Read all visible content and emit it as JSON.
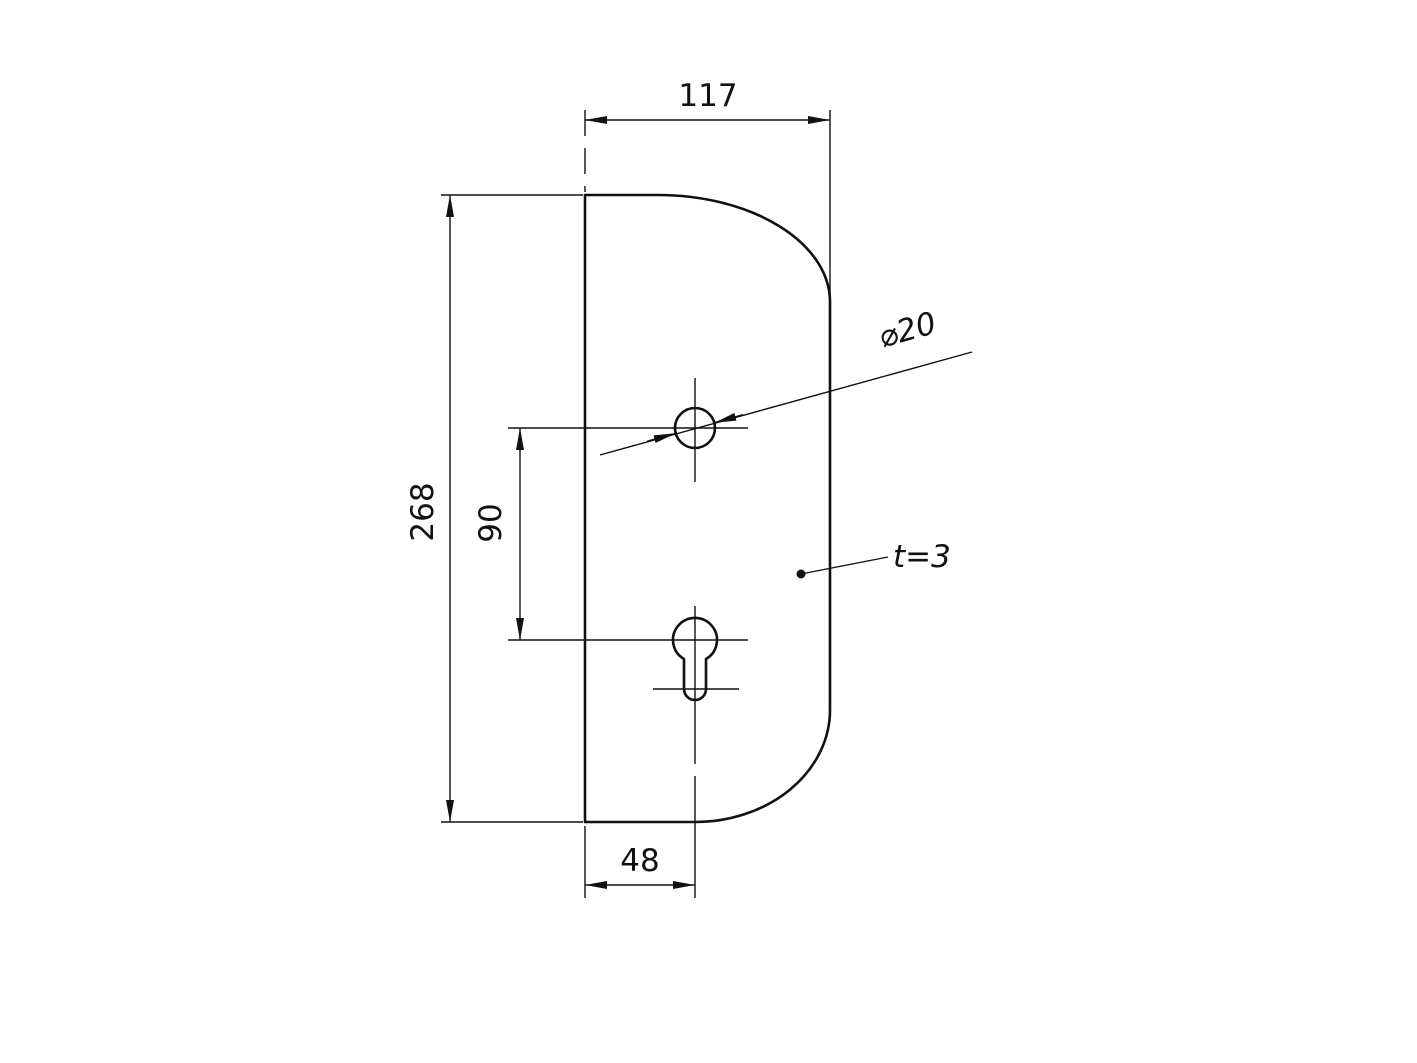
{
  "page": {
    "background": "#ffffff",
    "line_color": "#111111"
  },
  "drawing": {
    "type": "technical-drawing-plate-with-keyhole",
    "labels": {
      "overall_width": "117",
      "overall_height": "268",
      "hole_spacing": "90",
      "keyhole_offset": "48",
      "hole_diameter": "⌀20",
      "material_thickness": "t=3"
    }
  }
}
